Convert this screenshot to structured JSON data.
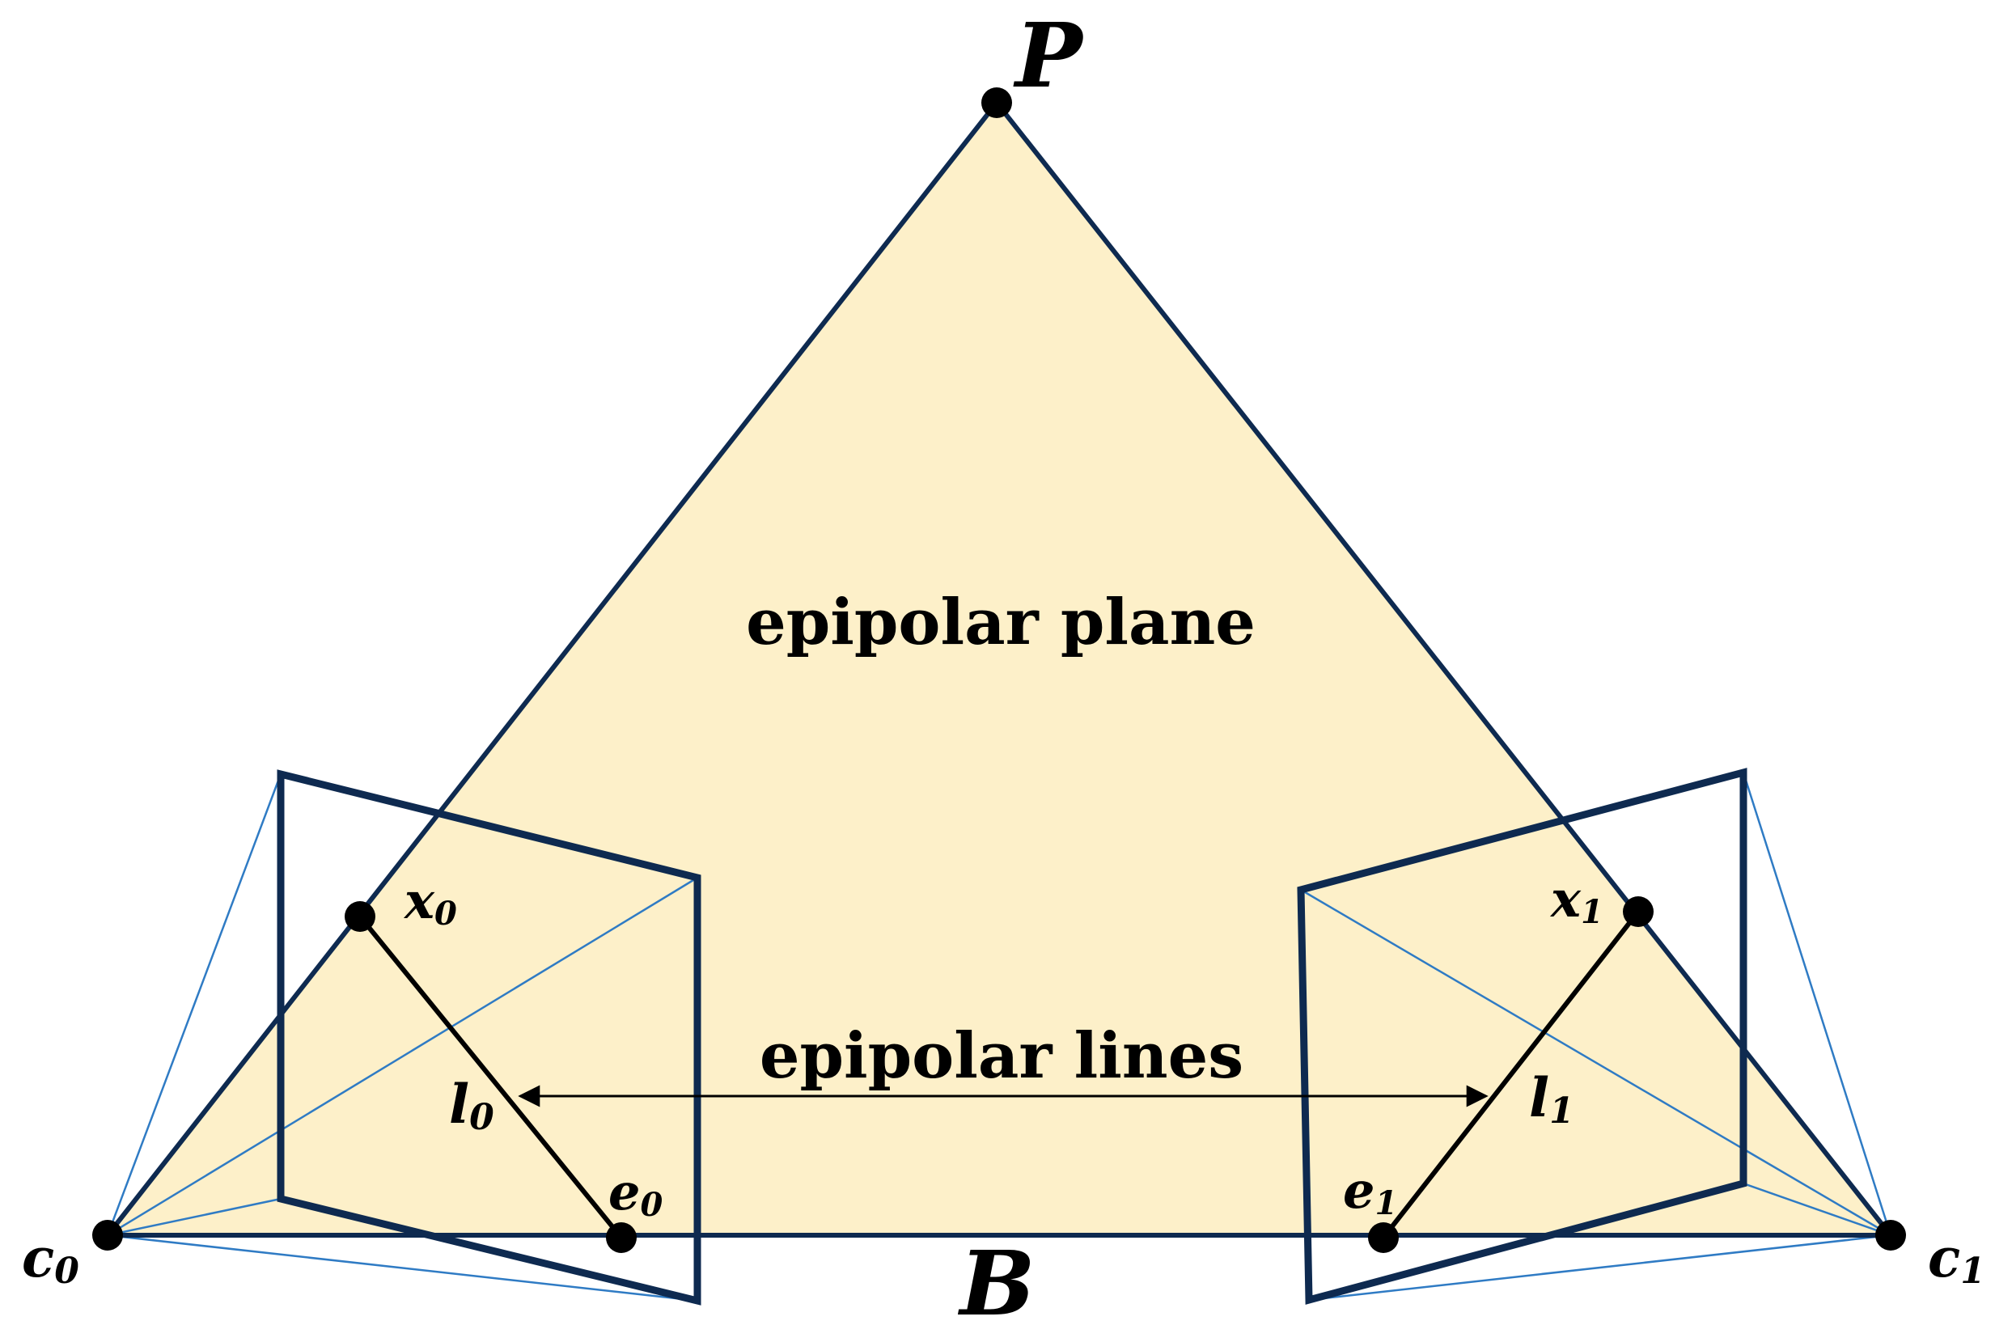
{
  "diagram": {
    "title": "",
    "plane_label": "epipolar plane",
    "lines_label": "epipolar lines",
    "baseline_label": "B",
    "points": {
      "P": {
        "main": "P",
        "sub": ""
      },
      "x0": {
        "main": "x",
        "sub": "0"
      },
      "x1": {
        "main": "x",
        "sub": "1"
      },
      "e0": {
        "main": "e",
        "sub": "0"
      },
      "e1": {
        "main": "e",
        "sub": "1"
      },
      "c0": {
        "main": "c",
        "sub": "0"
      },
      "c1": {
        "main": "c",
        "sub": "1"
      },
      "l0": {
        "main": "l",
        "sub": "0"
      },
      "l1": {
        "main": "l",
        "sub": "1"
      }
    },
    "colors": {
      "plane_fill": "#FDF0C9",
      "frame_stroke": "#0E2A50",
      "ray_stroke": "#2F7BC4",
      "line_stroke": "#000000"
    }
  }
}
